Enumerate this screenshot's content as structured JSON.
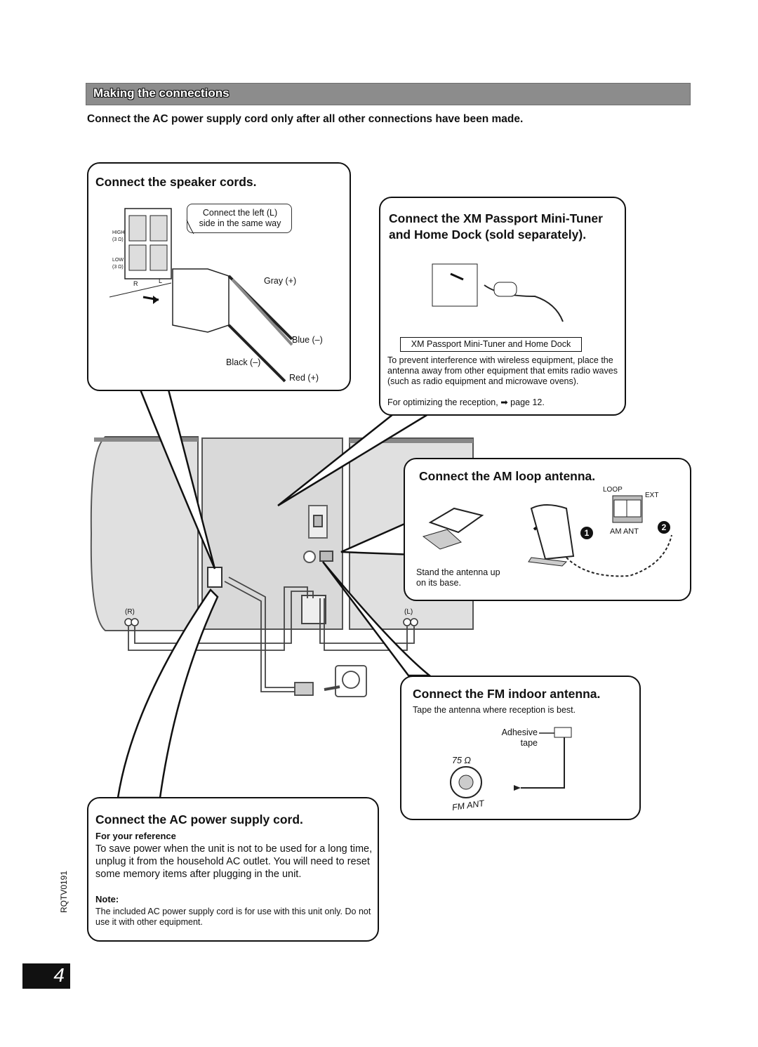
{
  "section": {
    "title": "Making the connections"
  },
  "warning": "Connect the AC power supply cord only after all other connections have been made.",
  "speaker": {
    "title": "Connect the speaker cords.",
    "callout": "Connect the left (L) side in the same way",
    "terminal_high": "HIGH",
    "terminal_high_ohm": "(3 Ω)",
    "terminal_low": "LOW",
    "terminal_low_ohm": "(3 Ω)",
    "terminal_r": "R",
    "terminal_l": "L",
    "gray": "Gray (+)",
    "blue": "Blue (–)",
    "black": "Black (–)",
    "red": "Red (+)"
  },
  "xm": {
    "title": "Connect the XM Passport Mini-Tuner and Home Dock (sold separately).",
    "label": "XM Passport Mini-Tuner and Home Dock",
    "note": "To prevent interference with wireless equipment, place the antenna away from other equipment that emits radio waves (such as radio equipment and microwave ovens).",
    "reception_prefix": "For optimizing the reception,",
    "reception_page": "page 12."
  },
  "am": {
    "title": "Connect the AM loop antenna.",
    "loop": "LOOP",
    "ext": "EXT",
    "am_ant": "AM ANT",
    "step1": "1",
    "step2": "2",
    "stand": "Stand the antenna up on its base."
  },
  "unit": {
    "r": "(R)",
    "l": "(L)"
  },
  "fm": {
    "title": "Connect the FM indoor antenna.",
    "note": "Tape the antenna where reception is best.",
    "tape": "Adhesive tape",
    "ohm": "75 Ω",
    "fm_ant": "FM ANT"
  },
  "ac": {
    "title": "Connect the AC power supply cord.",
    "ref_heading": "For your reference",
    "ref_text": "To save power when the unit is not to be used for a long time, unplug it from the household AC outlet. You will need to reset some memory items after plugging in the unit.",
    "note_heading": "Note:",
    "note_text": "The included AC power supply cord is for use with this unit only. Do not use it with other equipment."
  },
  "footer": {
    "model_code": "RQTV0191",
    "page_number": "4"
  }
}
